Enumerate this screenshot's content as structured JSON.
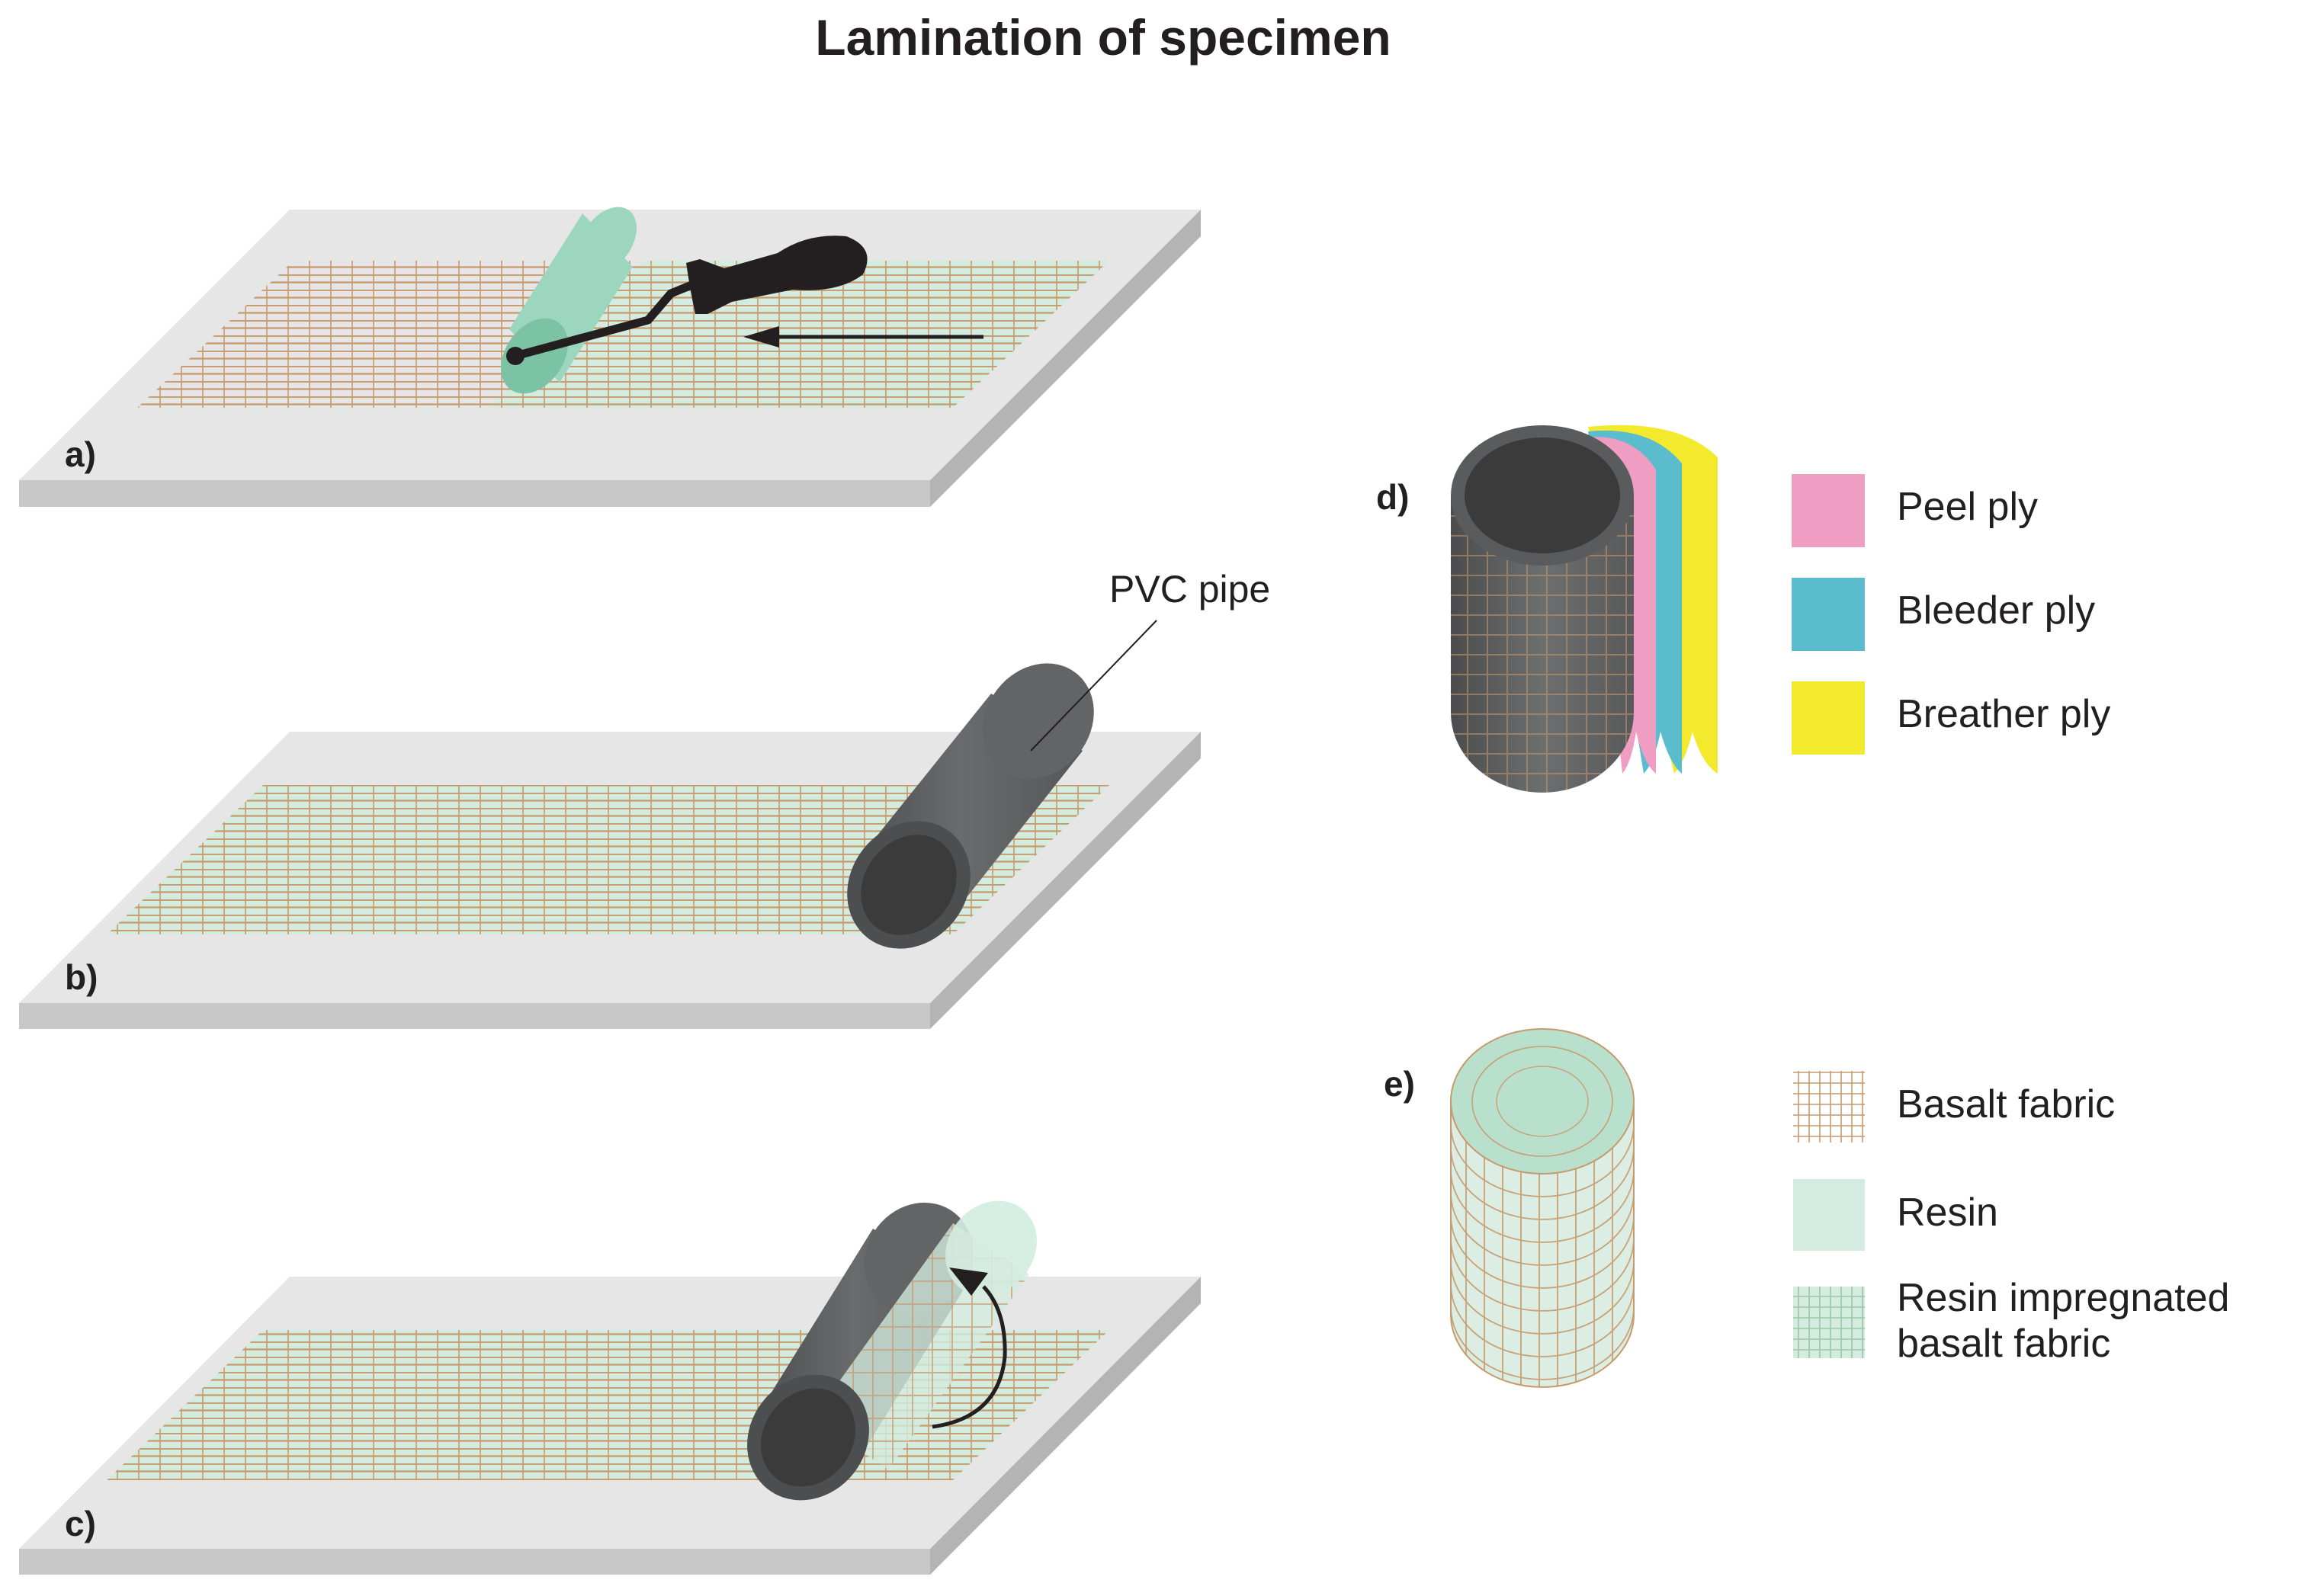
{
  "title": "Lamination of specimen",
  "panels": {
    "a": "a)",
    "b": "b)",
    "c": "c)",
    "d": "d)",
    "e": "e)"
  },
  "callout": {
    "pvc_pipe": "PVC pipe"
  },
  "legend_plies": [
    {
      "label": "Peel ply",
      "color": "#f09dc4"
    },
    {
      "label": "Bleeder ply",
      "color": "#5bbccd"
    },
    {
      "label": "Breather ply",
      "color": "#f4ea2d"
    }
  ],
  "legend_materials": [
    {
      "label": "Basalt fabric",
      "pattern": "basalt-grid"
    },
    {
      "label": "Resin",
      "color": "#d3ecdf"
    },
    {
      "label_line1": "Resin impregnated",
      "label_line2": "basalt fabric",
      "pattern": "resin-grid"
    }
  ],
  "colors": {
    "board_top": "#e6e6e7",
    "board_side": "#c8c8c9",
    "basalt": "#c79a6c",
    "resin": "#d3ecdf",
    "roller": "#9dd6bf",
    "pipe": "#636466",
    "pipe_inner": "#3b3b3c",
    "handle": "#231f20"
  },
  "icons": [
    "roller-icon",
    "direction-arrow-icon",
    "rotation-arrow-icon"
  ]
}
